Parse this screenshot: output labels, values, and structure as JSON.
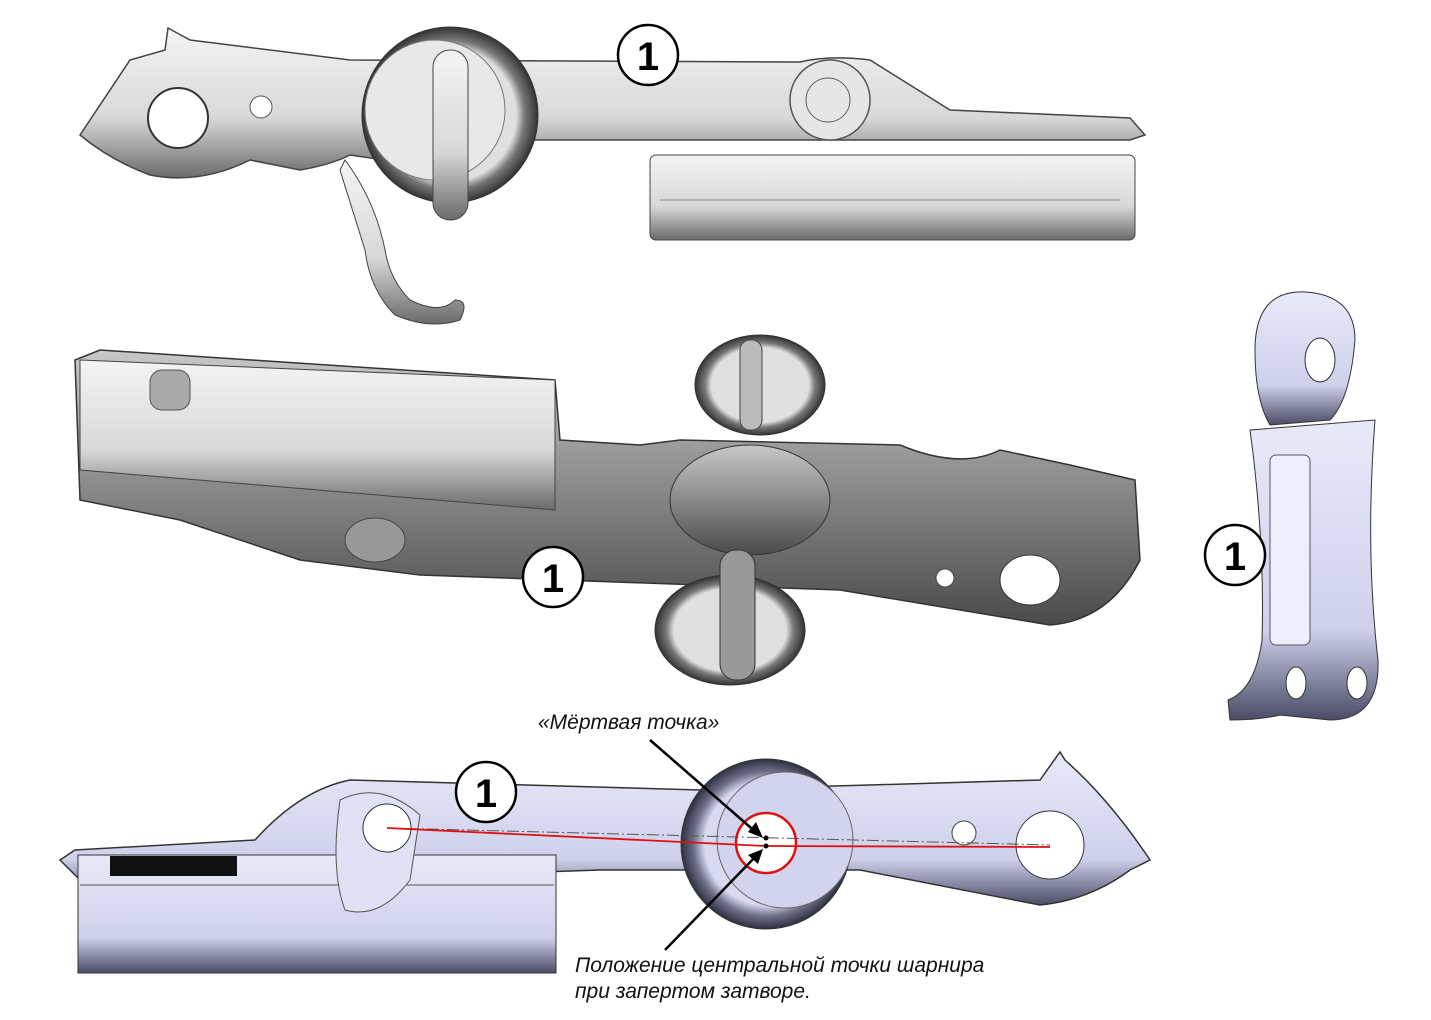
{
  "callouts": [
    {
      "label": "1"
    },
    {
      "label": "1"
    },
    {
      "label": "1"
    },
    {
      "label": "1"
    }
  ],
  "annotations": {
    "dead_point": "«Мёртвая точка»",
    "hinge_position_line1": "Положение центральной точки шарнира",
    "hinge_position_line2": "при запертом затворе."
  },
  "colors": {
    "gray_part": "#e6e6e6",
    "blue_part": "#d6d8f0",
    "red_line": "#e01010"
  }
}
